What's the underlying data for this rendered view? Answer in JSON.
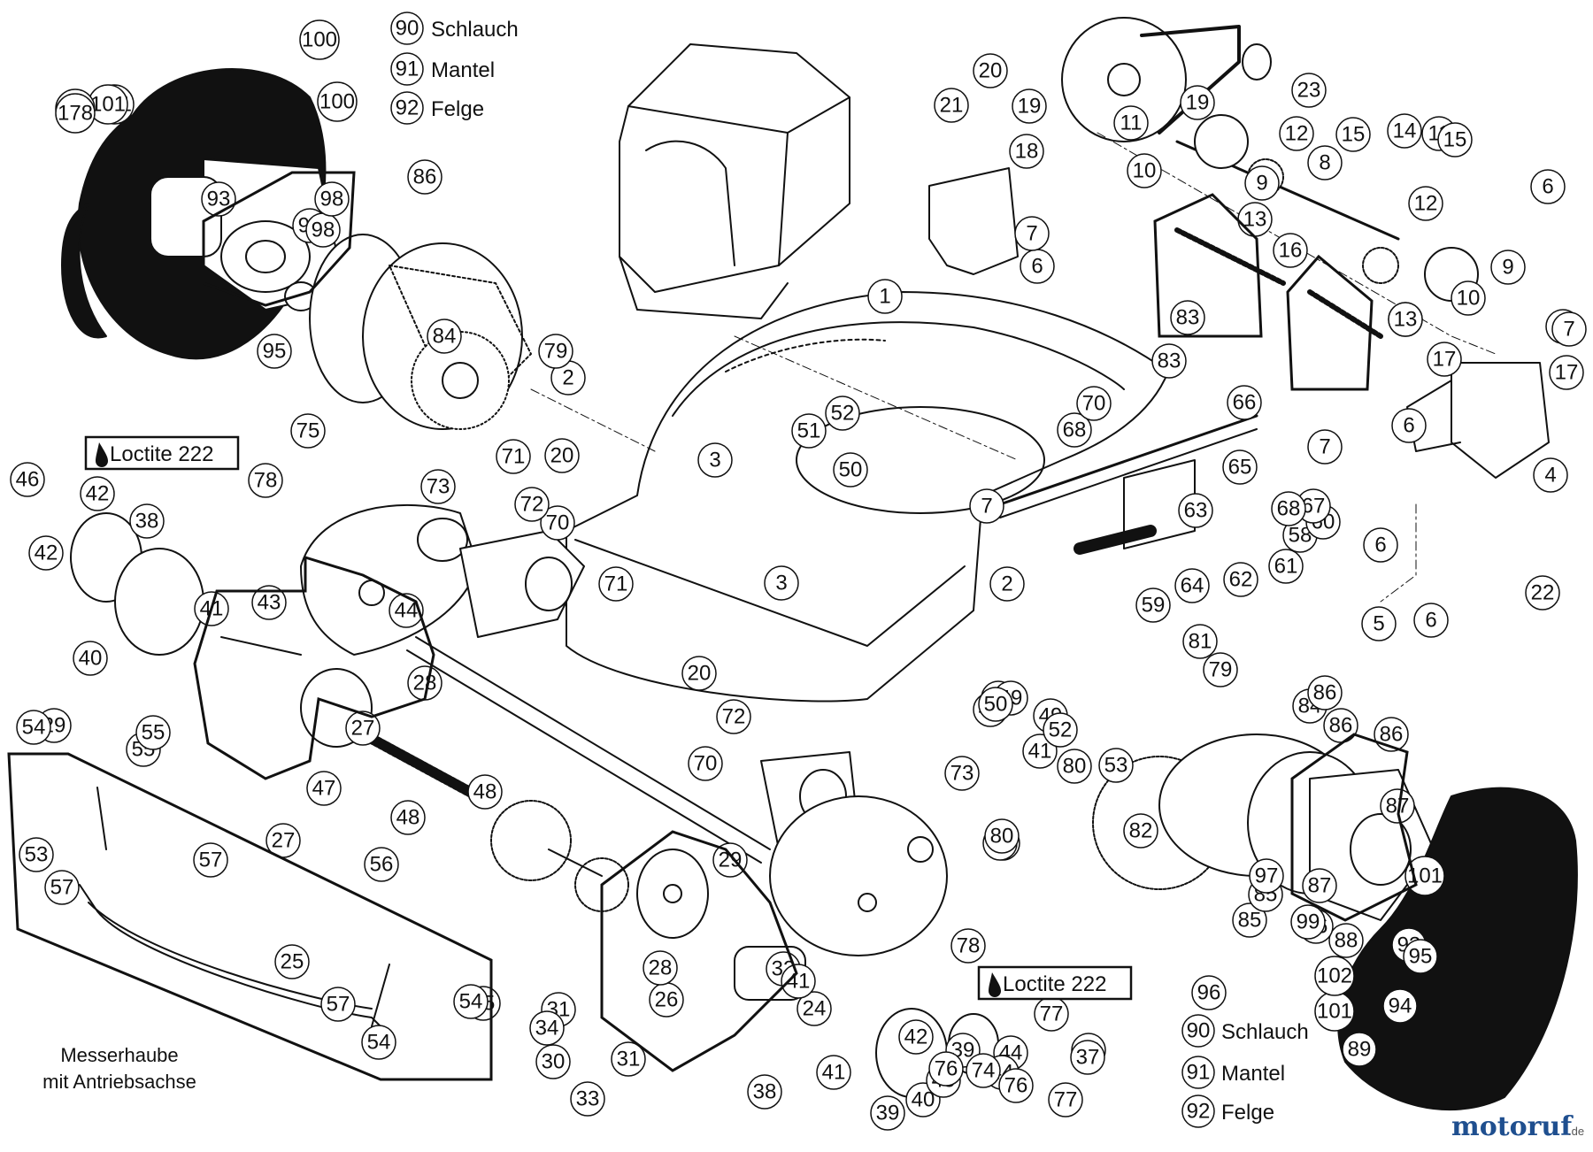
{
  "legend_top": [
    {
      "num": "90",
      "text": "Schlauch"
    },
    {
      "num": "91",
      "text": "Mantel"
    },
    {
      "num": "92",
      "text": "Felge"
    }
  ],
  "legend_bottom": [
    {
      "num": "90",
      "text": "Schlauch"
    },
    {
      "num": "91",
      "text": "Mantel"
    },
    {
      "num": "92",
      "text": "Felge"
    }
  ],
  "loctite_label": "Loctite 222",
  "group_note_lines": [
    "Messerhaube",
    "mit Antriebsachse"
  ],
  "watermark": {
    "main": "motoruf",
    "suffix": ".de",
    "accent_color": "#d2691e",
    "main_color": "#1f4f8f"
  },
  "callouts": [
    "1",
    "2",
    "2",
    "3",
    "3",
    "4",
    "5",
    "6",
    "6",
    "6",
    "6",
    "6",
    "6",
    "7",
    "7",
    "7",
    "7",
    "7",
    "8",
    "9",
    "9",
    "10",
    "10",
    "11",
    "11",
    "12",
    "12",
    "13",
    "13",
    "14",
    "15",
    "15",
    "16",
    "17",
    "17",
    "18",
    "19",
    "19",
    "20",
    "20",
    "20",
    "21",
    "22",
    "23",
    "24",
    "25",
    "26",
    "27",
    "27",
    "28",
    "28",
    "29",
    "29",
    "30",
    "31",
    "31",
    "32",
    "33",
    "34",
    "35",
    "36",
    "37",
    "38",
    "38",
    "39",
    "39",
    "40",
    "40",
    "41",
    "41",
    "41",
    "41",
    "41",
    "42",
    "42",
    "42",
    "42",
    "43",
    "44",
    "44",
    "44",
    "45",
    "46",
    "47",
    "48",
    "48",
    "49",
    "49",
    "50",
    "50",
    "51",
    "52",
    "52",
    "53",
    "53",
    "54",
    "54",
    "54",
    "55",
    "55",
    "56",
    "57",
    "57",
    "57",
    "58",
    "59",
    "60",
    "61",
    "62",
    "63",
    "64",
    "65",
    "66",
    "67",
    "68",
    "68",
    "70",
    "70",
    "70",
    "71",
    "71",
    "72",
    "72",
    "73",
    "73",
    "74",
    "74",
    "75",
    "75",
    "76",
    "76",
    "77",
    "77",
    "78",
    "78",
    "79",
    "79",
    "80",
    "80",
    "81",
    "82",
    "83",
    "83",
    "84",
    "84",
    "85",
    "85",
    "86",
    "86",
    "86",
    "86",
    "87",
    "87",
    "88",
    "89",
    "93",
    "93",
    "94",
    "94",
    "95",
    "95",
    "96",
    "96",
    "97",
    "98",
    "98",
    "99",
    "100",
    "100",
    "101",
    "101",
    "101",
    "101",
    "102",
    "178",
    "178"
  ]
}
